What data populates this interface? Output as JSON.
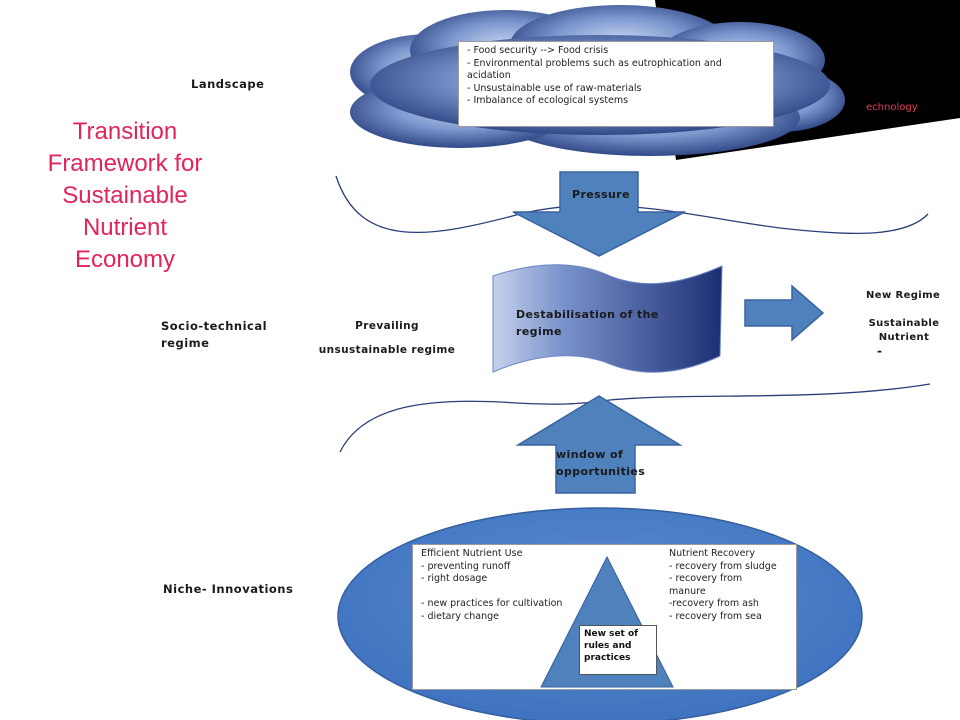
{
  "title": "Transition Framework for Sustainable Nutrient Economy",
  "levels": {
    "landscape": "Landscape",
    "socio_technical": "Socio-technical regime",
    "niche": "Niche- Innovations"
  },
  "landscape_box": [
    "- Food security  --> Food crisis",
    "- Environmental problems such as eutrophication and acidation",
    "- Unsustainable use of raw-materials",
    "- Imbalance of ecological systems"
  ],
  "technology_fragment": "echnology",
  "pressure_label": "Pressure",
  "destabilisation_label": "Destabilisation of the regime",
  "prevailing_label": "Prevailing unsustainable regime",
  "new_regime": {
    "title": "New Regime",
    "subtitle": "Sustainable Nutrient",
    "dash": "-"
  },
  "window_label": "window of opportunities",
  "niche_box": {
    "left_title": "Efficient Nutrient Use",
    "left_items": [
      "- preventing runoff",
      "- right dosage",
      "",
      "- new practices for cultivation",
      "-  dietary change"
    ],
    "right_title": "Nutrient Recovery",
    "right_items": [
      "- recovery from sludge",
      "- recovery from manure",
      "-recovery from ash",
      "- recovery from sea"
    ],
    "center_label": "New set of rules and practices"
  },
  "colors": {
    "title": "#e2245b",
    "blue_dark": "#1f3570",
    "blue_mid": "#4f81bd",
    "black_panel": "#000000",
    "technology_text": "#e23b5a"
  }
}
